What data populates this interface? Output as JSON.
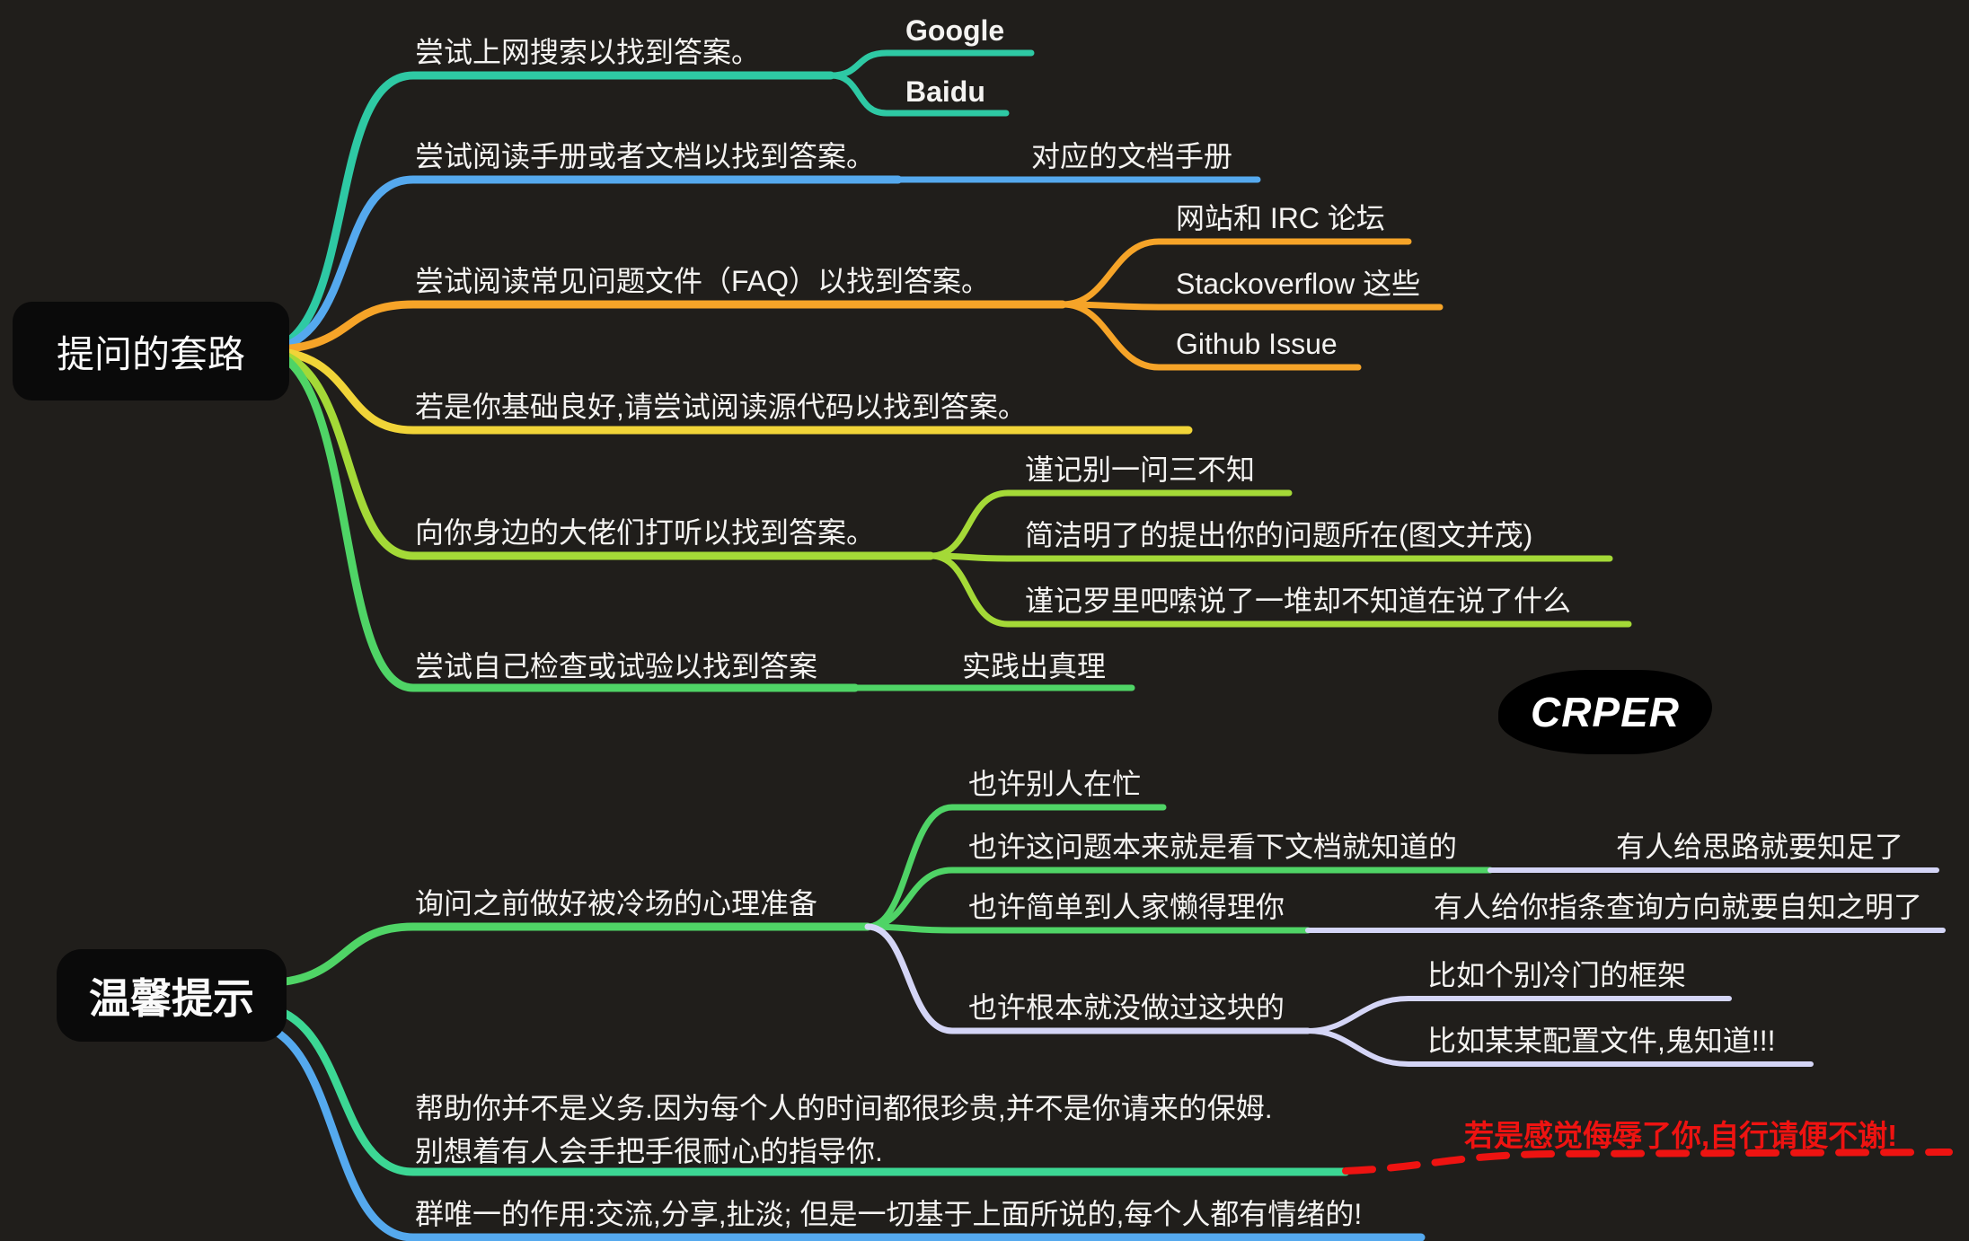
{
  "palette": {
    "background": "#201e1b",
    "root_box": "#0a0a0a",
    "text": "#f4f3f1",
    "teal": "#2ec9a4",
    "blue": "#55a9ee",
    "orange": "#f6a428",
    "yellow": "#f1d438",
    "yellow_green": "#a4d937",
    "green": "#4fd466",
    "mint": "#3cd794",
    "lavender": "#d4d5f6",
    "red": "#ee1311"
  },
  "map1": {
    "root": {
      "label": "提问的套路"
    },
    "branches": [
      {
        "label": "尝试上网搜索以找到答案。",
        "children": [
          {
            "label": "Google"
          },
          {
            "label": "Baidu"
          }
        ]
      },
      {
        "label": "尝试阅读手册或者文档以找到答案。",
        "children": [
          {
            "label": "对应的文档手册"
          }
        ]
      },
      {
        "label": "尝试阅读常见问题文件（FAQ）以找到答案。",
        "children": [
          {
            "label": "网站和 IRC 论坛"
          },
          {
            "label": "Stackoverflow 这些"
          },
          {
            "label": "Github Issue"
          }
        ]
      },
      {
        "label": "若是你基础良好,请尝试阅读源代码以找到答案。",
        "children": []
      },
      {
        "label": "向你身边的大佬们打听以找到答案。",
        "children": [
          {
            "label": "谨记别一问三不知"
          },
          {
            "label": "简洁明了的提出你的问题所在(图文并茂)"
          },
          {
            "label": "谨记罗里吧嗦说了一堆却不知道在说了什么"
          }
        ]
      },
      {
        "label": "尝试自己检查或试验以找到答案",
        "children": [
          {
            "label": "实践出真理"
          }
        ]
      }
    ]
  },
  "badge": {
    "label": "CRPER"
  },
  "map2": {
    "root": {
      "label": "温馨提示"
    },
    "branches": [
      {
        "label": "询问之前做好被冷场的心理准备",
        "children": [
          {
            "label": "也许别人在忙"
          },
          {
            "label": "也许这问题本来就是看下文档就知道的",
            "children": [
              {
                "label": "有人给思路就要知足了"
              }
            ]
          },
          {
            "label": "也许简单到人家懒得理你",
            "children": [
              {
                "label": "有人给你指条查询方向就要自知之明了"
              }
            ]
          },
          {
            "label": "也许根本就没做过这块的",
            "children": [
              {
                "label": "比如个别冷门的框架"
              },
              {
                "label": "比如某某配置文件,鬼知道!!!"
              }
            ]
          }
        ]
      },
      {
        "label": "帮助你并不是义务.因为每个人的时间都很珍贵,并不是你请来的保姆.\n别想着有人会手把手很耐心的指导你.",
        "warning": "若是感觉侮辱了你,自行请便不谢!"
      },
      {
        "label": "群唯一的作用:交流,分享,扯淡; 但是一切基于上面所说的,每个人都有情绪的!"
      }
    ]
  }
}
